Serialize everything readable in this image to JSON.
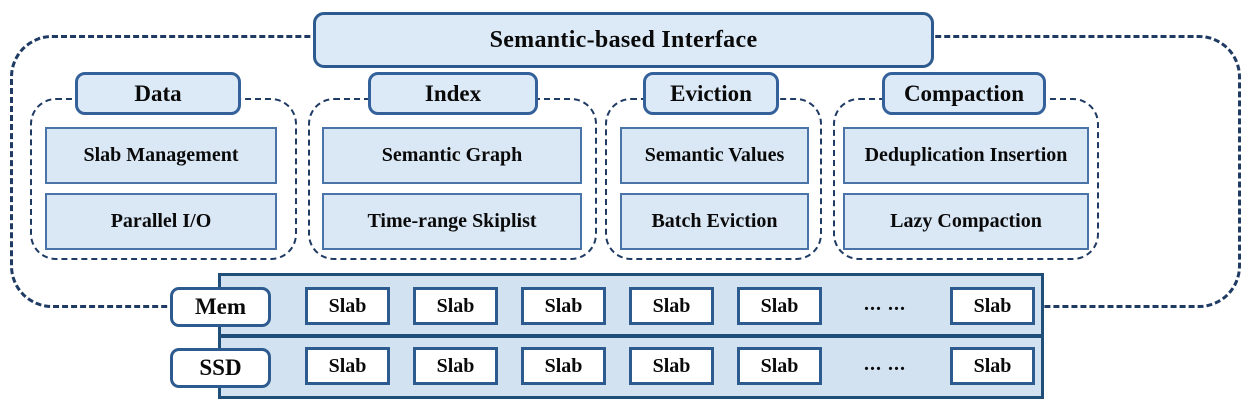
{
  "diagram": {
    "header": {
      "title": "Semantic-based Interface"
    },
    "columns": [
      {
        "label": "Data",
        "items": [
          "Slab Management",
          "Parallel I/O"
        ]
      },
      {
        "label": "Index",
        "items": [
          "Semantic Graph",
          "Time-range Skiplist"
        ]
      },
      {
        "label": "Eviction",
        "items": [
          "Semantic Values",
          "Batch Eviction"
        ]
      },
      {
        "label": "Compaction",
        "items": [
          "Deduplication Insertion",
          "Lazy Compaction"
        ]
      }
    ],
    "storage": {
      "rows": [
        {
          "label": "Mem",
          "slabs": [
            "Slab",
            "Slab",
            "Slab",
            "Slab",
            "Slab",
            "Slab"
          ],
          "ellipsis": "... ..."
        },
        {
          "label": "SSD",
          "slabs": [
            "Slab",
            "Slab",
            "Slab",
            "Slab",
            "Slab",
            "Slab"
          ],
          "ellipsis": "... ..."
        }
      ]
    },
    "colors": {
      "box_fill_light": "#dce9f6",
      "module_fill": "#dae7f5",
      "bar_fill": "#d2e2f1",
      "border_navy": "#2e5b8f",
      "border_module": "#4a74a8",
      "border_bar": "#1f4e79",
      "dashed_frame": "#1f3b63",
      "text": "#0a0a0a"
    }
  }
}
